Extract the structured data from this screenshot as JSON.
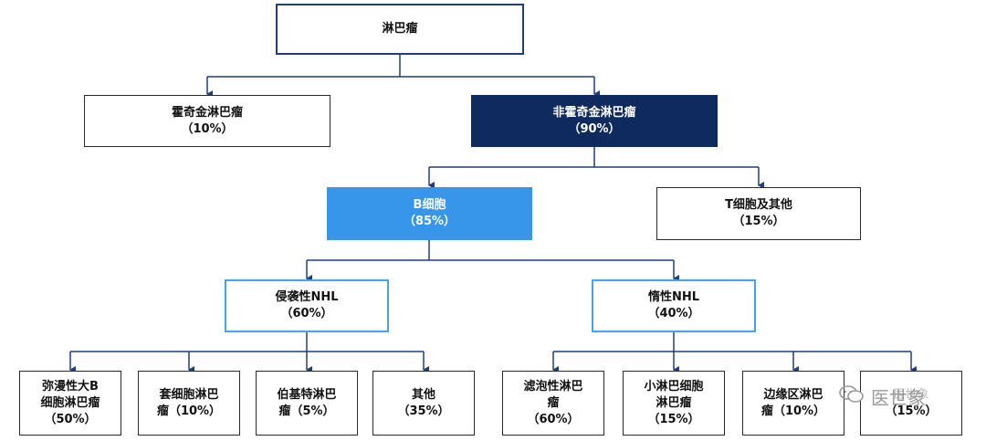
{
  "diagram": {
    "root": {
      "name": "淋巴瘤"
    },
    "hodgkin": {
      "name": "霍奇金淋巴瘤",
      "pct": "（10%）"
    },
    "nhl": {
      "name": "非霍奇金淋巴瘤",
      "pct": "（90%）"
    },
    "b_cell": {
      "name": "B细胞",
      "pct": "（85%）"
    },
    "t_cell": {
      "name": "T细胞及其他",
      "pct": "（15%）"
    },
    "aggressive": {
      "name": "侵袭性NHL",
      "pct": "（60%）"
    },
    "indolent": {
      "name": "惰性NHL",
      "pct": "（40%）"
    },
    "dlbcl": {
      "line1": "弥漫性大B",
      "line2": "细胞淋巴瘤",
      "pct": "（50%）"
    },
    "mantle": {
      "line1": "套细胞淋巴",
      "line2": "瘤（10%）"
    },
    "burkitt": {
      "line1": "伯基特淋巴",
      "line2": "瘤（5%）"
    },
    "other_aggr": {
      "name": "其他",
      "pct": "（35%）"
    },
    "follicular": {
      "line1": "滤泡性淋巴",
      "line2": "瘤",
      "pct": "（60%）"
    },
    "small_lymph": {
      "line1": "小淋巴细胞",
      "line2": "淋巴瘤",
      "pct": "（15%）"
    },
    "marginal": {
      "line1": "边缘区淋巴",
      "line2": "瘤（10%）"
    },
    "other_indolent": {
      "line1": "医世象",
      "pct": "（15%）"
    }
  },
  "watermark": {
    "text": "医世象",
    "icon": "wechat-icon"
  },
  "colors": {
    "navy": "#0e2a5e",
    "blue": "#3796ea",
    "line": "#1f3f7a"
  }
}
